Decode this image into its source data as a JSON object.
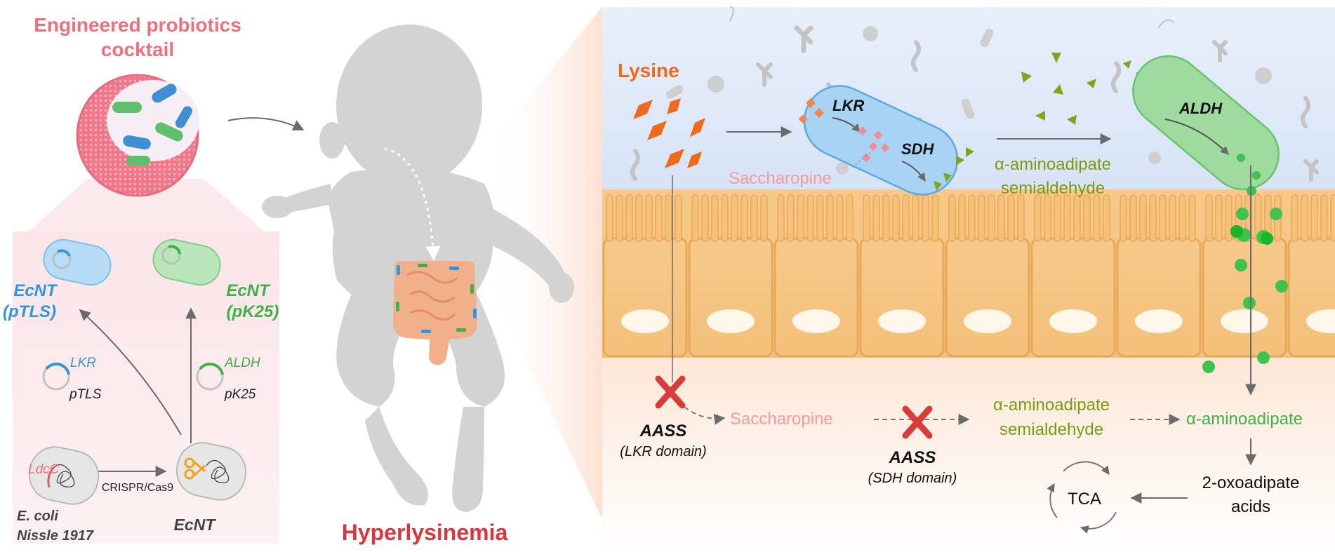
{
  "left_panel": {
    "title_line1": "Engineered probiotics",
    "title_line2": "cocktail",
    "strain_blue": "EcNT",
    "strain_blue_plasmid": "(pTLS)",
    "strain_green": "EcNT",
    "strain_green_plasmid": "(pK25)",
    "plasmid_blue_gene": "LKR",
    "plasmid_blue_name": "pTLS",
    "plasmid_green_gene": "ALDH",
    "plasmid_green_name": "pK25",
    "wild_strain_gene": "LdcC",
    "method": "CRISPR/Cas9",
    "wild_strain_line1": "E. coli",
    "wild_strain_line2": "Nissle 1917",
    "edited_strain": "EcNT"
  },
  "center": {
    "disease": "Hyperlysinemia"
  },
  "lumen": {
    "lysine": "Lysine",
    "lkr": "LKR",
    "sdh": "SDH",
    "saccharopine": "Saccharopine",
    "aminoadipate_semialdehyde_line1": "α-aminoadipate",
    "aminoadipate_semialdehyde_line2": "semialdehyde",
    "aldh": "ALDH"
  },
  "host": {
    "aass1": "AASS",
    "aass1_domain": "(LKR domain)",
    "saccharopine": "Saccharopine",
    "aass2": "AASS",
    "aass2_domain": "(SDH domain)",
    "semialdehyde_line1": "α-aminoadipate",
    "semialdehyde_line2": "semialdehyde",
    "aminoadipate": "α-aminoadipate",
    "oxoadipate_line1": "2-oxoadipate",
    "oxoadipate_line2": "acids",
    "tca": "TCA"
  },
  "colors": {
    "pink_title": "#ef6f7f",
    "blue": "#2f97dc",
    "green": "#3db14a",
    "olive": "#7a9a10",
    "orange": "#ee6b1a",
    "saccharopine": "#f49aa0",
    "red_text": "#d9363e",
    "cross": "#d93a3a"
  }
}
